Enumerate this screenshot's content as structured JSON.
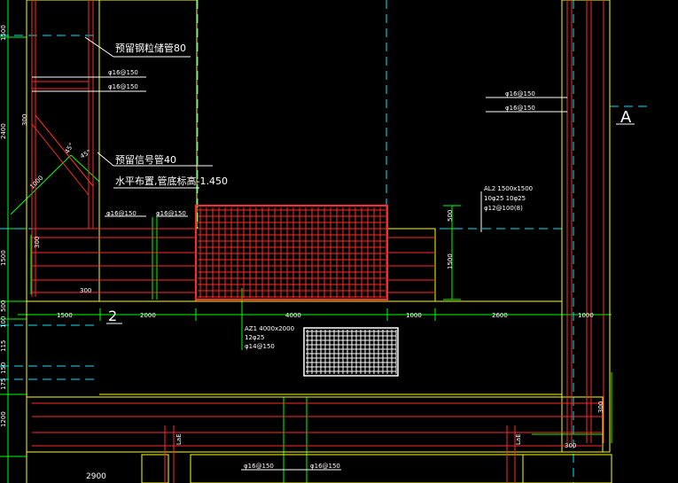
{
  "colors": {
    "background": "#000000",
    "wall": "#ff2a2a",
    "outline": "#ffff00",
    "dim": "#00ff00",
    "axis": "#00e5ff",
    "text": "#ffffff"
  },
  "notes": {
    "embed_pipe": "预留钢粒储管80",
    "embed_signal": "预留信号管40",
    "pipe_elev": "水平布置,管底标高-1.450",
    "ann_150a": "φ16@150",
    "ann_150b": "φ16@150",
    "ann_150c": "φ16@150",
    "ann_150d": "φ16@150",
    "ann_150e": "φ16@150",
    "ann_150f": "φ16@150",
    "ann_150g": "φ16@150",
    "ann_150h": "φ16@150",
    "al2_title": "AL2 1500x1500",
    "al2_bars": "10φ25 10φ25",
    "al2_stir": "φ12@100(8)",
    "az1_title": "AZ1 4000x2000",
    "az1_bars": "12φ25",
    "az1_stir": "φ14@150",
    "axis_a": "A",
    "axis_2": "2"
  },
  "dims": {
    "d1500": "1500",
    "d2000": "2000",
    "d4000": "4000",
    "d1000a": "1000",
    "d2600": "2600",
    "d1000b": "1000",
    "d2900": "2900",
    "d300a": "300",
    "d300b": "300",
    "d300c": "300",
    "d300d": "300",
    "d1500v": "1500",
    "d500": "500",
    "d1500r": "1500",
    "lae1": "LaE",
    "lae2": "LaE",
    "v2400": "2400",
    "v500": "500",
    "v100": "100",
    "v115": "115",
    "v150": "150",
    "v175": "175",
    "v1200": "1200",
    "v1500": "1500",
    "v300": "300",
    "dia1": "1000",
    "ang1": "45°",
    "ang2": "45°"
  }
}
